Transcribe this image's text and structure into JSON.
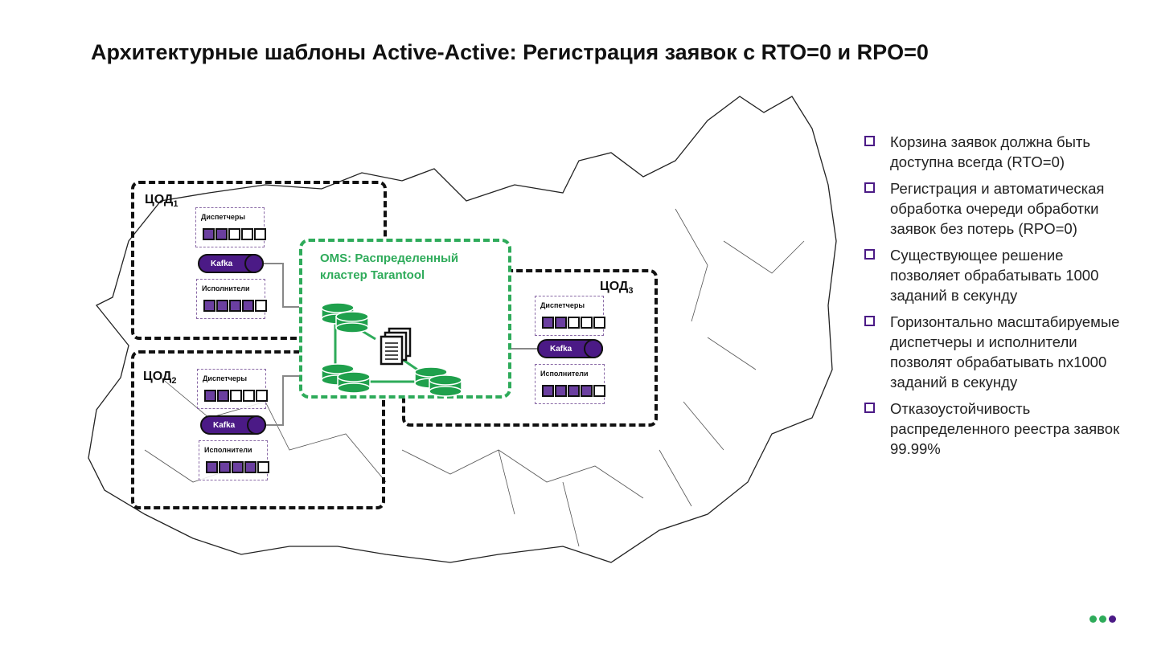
{
  "title": "Архитектурные шаблоны Active-Active: Регистрация заявок с RTO=0 и RPO=0",
  "datacenters": [
    {
      "name": "ЦОД",
      "index": "1",
      "dispatchers": {
        "label": "Диспетчеры",
        "active": 2,
        "total": 5
      },
      "kafka": "Kafka",
      "executors": {
        "label": "Исполнители",
        "active": 4,
        "total": 5
      }
    },
    {
      "name": "ЦОД",
      "index": "2",
      "dispatchers": {
        "label": "Диспетчеры",
        "active": 2,
        "total": 5
      },
      "kafka": "Kafka",
      "executors": {
        "label": "Исполнители",
        "active": 4,
        "total": 5
      }
    },
    {
      "name": "ЦОД",
      "index": "3",
      "dispatchers": {
        "label": "Диспетчеры",
        "active": 2,
        "total": 5
      },
      "kafka": "Kafka",
      "executors": {
        "label": "Исполнители",
        "active": 4,
        "total": 5
      }
    }
  ],
  "oms": {
    "line1": "OMS: Распределенный",
    "line2": "кластер Tarantool"
  },
  "bullets": [
    "Корзина заявок должна быть доступна всегда (RTO=0)",
    "Регистрация и автоматическая обработка очереди обработки заявок без потерь (RPO=0)",
    "Существующее решение позволяет обрабатывать 1000 заданий в секунду",
    "Горизонтально масштабируемые диспетчеры и исполнители позволят обрабатывать nx1000 заданий в секунду",
    "Отказоустойчивость распределенного реестра заявок 99.99%"
  ],
  "colors": {
    "purple": "#4b1a86",
    "green": "#2eab5a",
    "dots": [
      "#2eab5a",
      "#2eab5a",
      "#4b1a86"
    ]
  }
}
